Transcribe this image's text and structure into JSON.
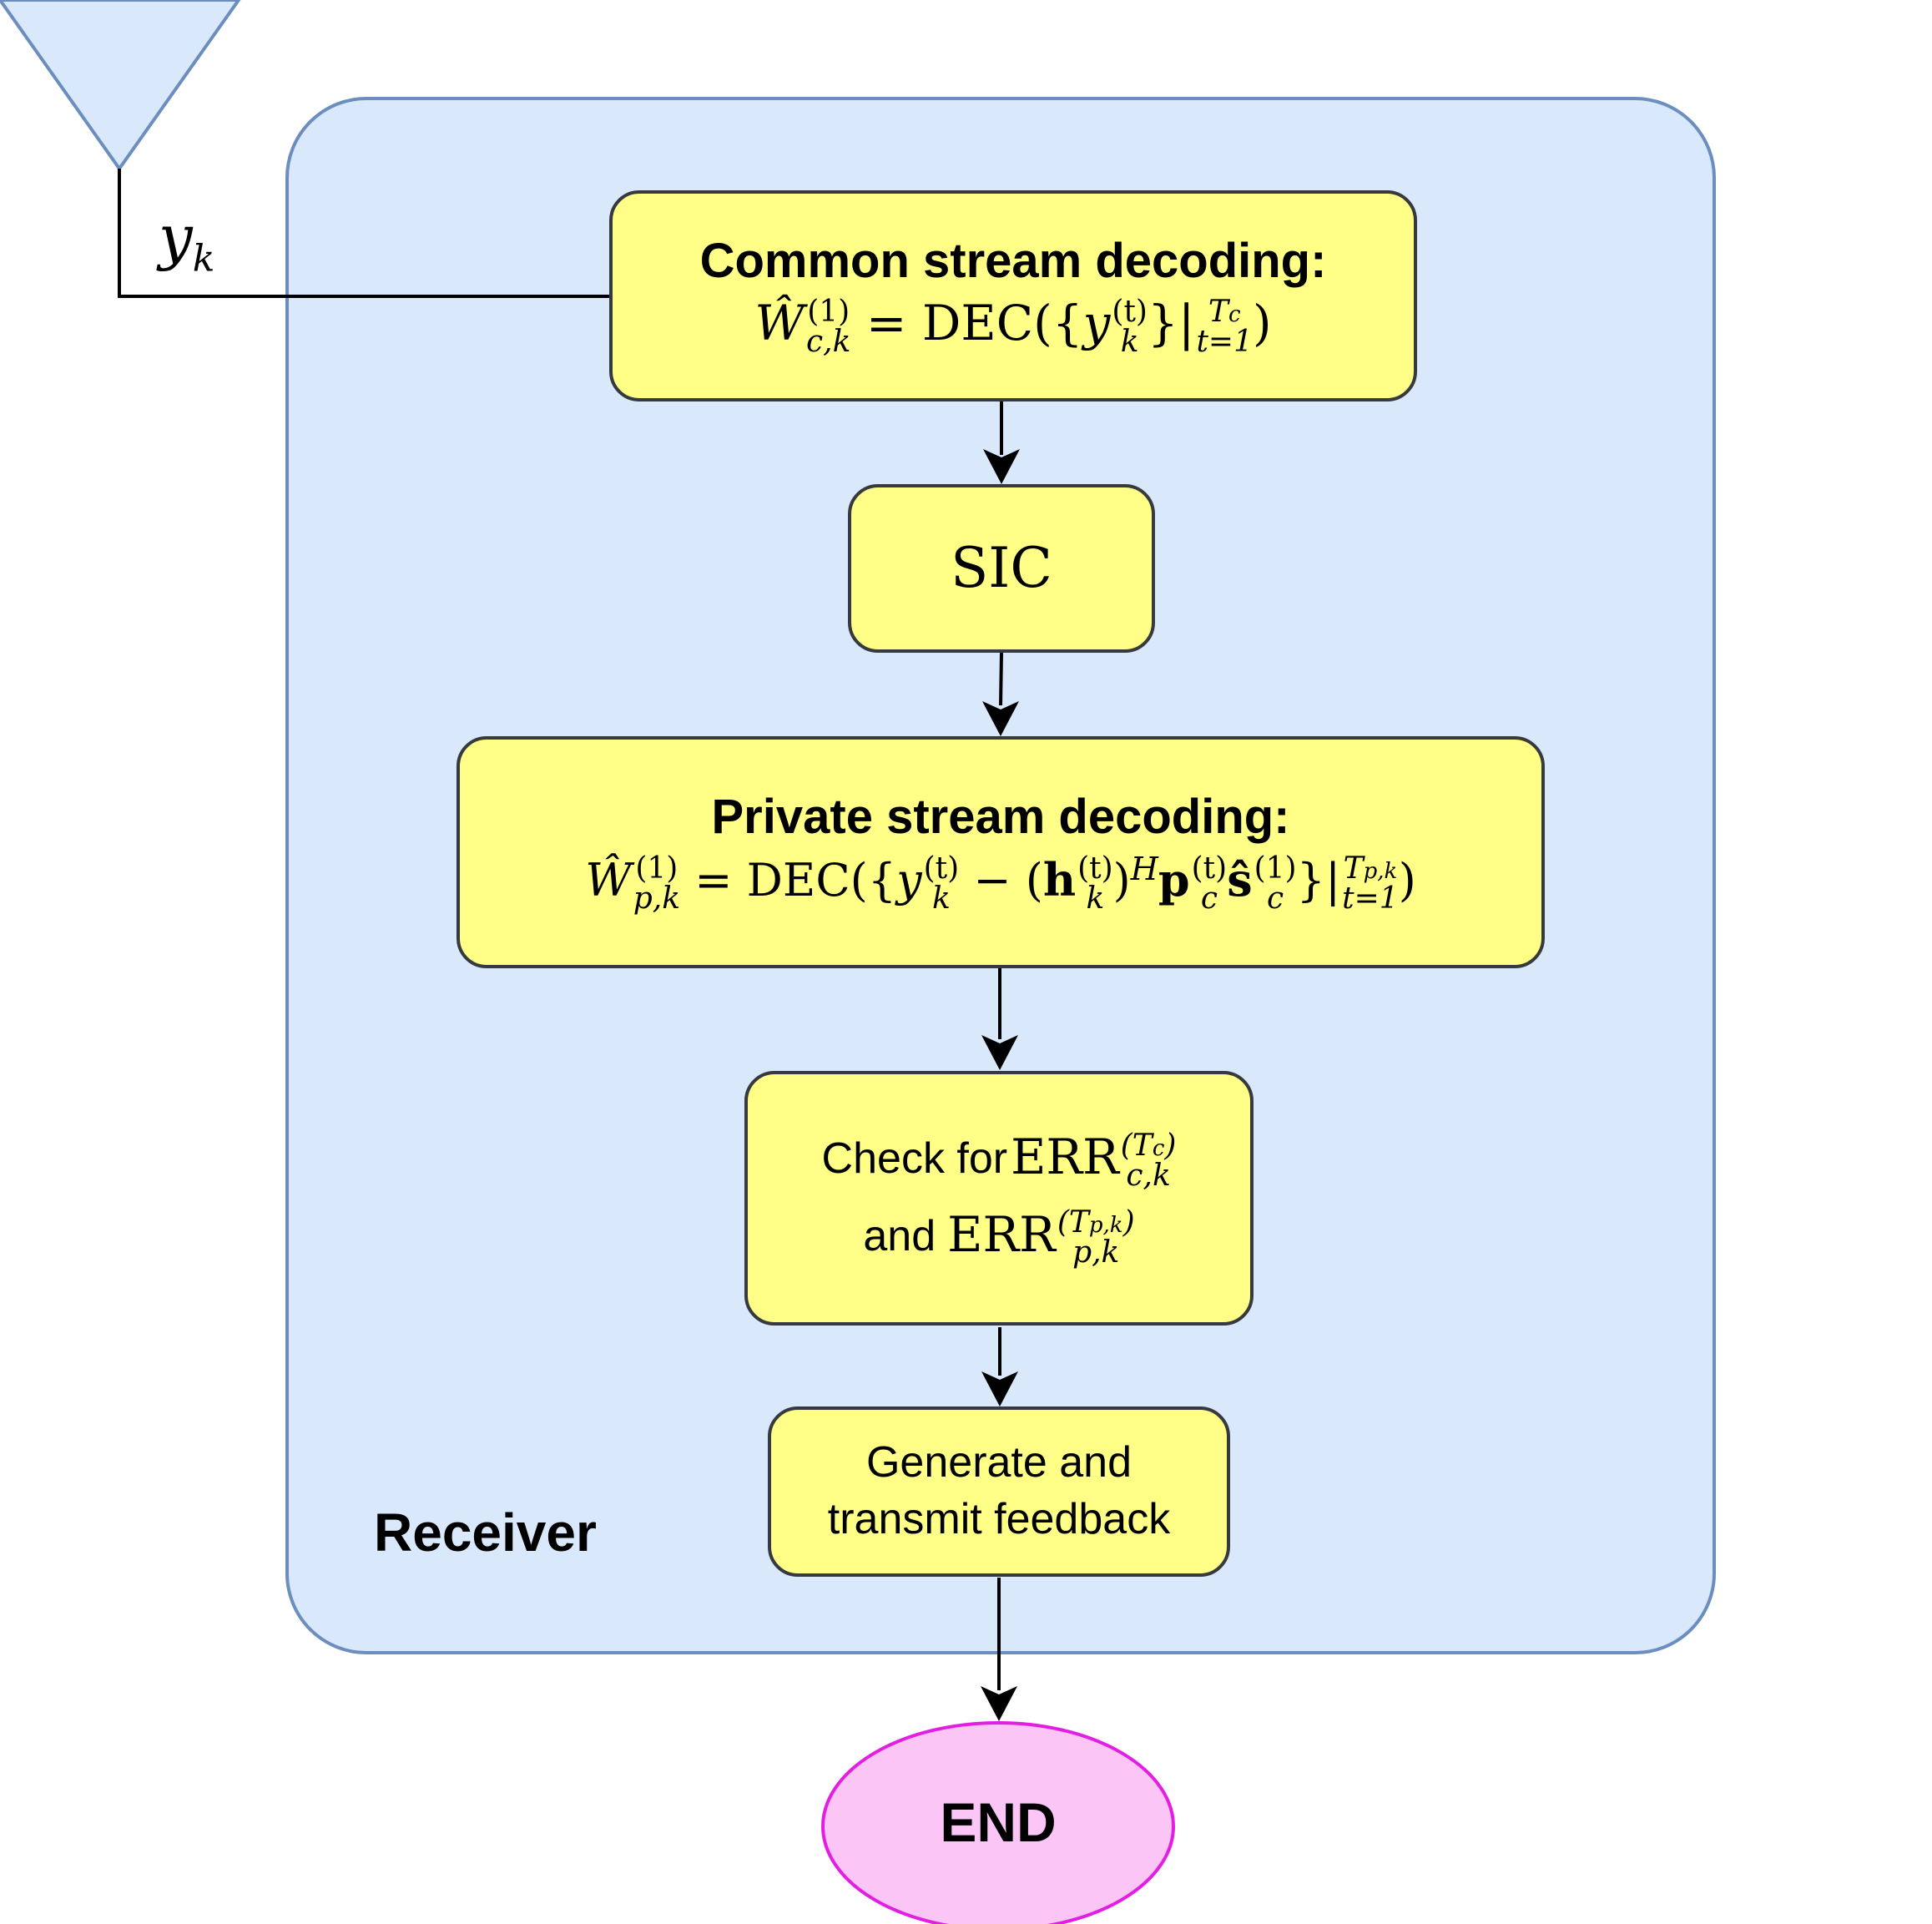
{
  "colors": {
    "receiver_fill": "#dae8fc",
    "receiver_stroke": "#6c8ebf",
    "node_fill": "#ffff88",
    "node_stroke": "#36393d",
    "end_fill": "#fbc5f5",
    "end_stroke": "#e31ee3",
    "antenna_fill": "#dae8fc",
    "antenna_stroke": "#6c8ebf",
    "edge": "#000000"
  },
  "antenna": {
    "signal_label_base": "y",
    "signal_label_sub": "k"
  },
  "receiver": {
    "label": "Receiver"
  },
  "nodes": {
    "common": {
      "title": "Common stream decoding:",
      "lhs_base": "Ŵ",
      "lhs_sup": "(1)",
      "lhs_sub": "c,k",
      "eq": "=",
      "func": "DEC({",
      "y_base": "y",
      "y_sup": "(t)",
      "y_sub": "k",
      "close": "}|",
      "limit_upper": "T",
      "limit_upper_sub": "c",
      "limit_lower": "t=1",
      "end_paren": ")"
    },
    "sic": {
      "label": "SIC"
    },
    "private": {
      "title": "Private stream decoding:",
      "lhs_base": "Ŵ",
      "lhs_sup": "(1)",
      "lhs_sub": "p,k",
      "eq": "=",
      "func": "DEC({",
      "y_base": "y",
      "y_sup": "(t)",
      "y_sub": "k",
      "minus": "−",
      "open_paren": "(",
      "h_base": "h",
      "h_sup": "(t)",
      "h_sub": "k",
      "close_paren": ")",
      "h_herm": "H",
      "p_base": "p",
      "p_sup": "(t)",
      "p_sub": "c",
      "s_base": "ŝ",
      "s_sup": "(1)",
      "s_sub": "c",
      "close": "}|",
      "limit_upper": "T",
      "limit_upper_sub": "p,k",
      "limit_lower": "t=1",
      "end_paren": ")"
    },
    "check": {
      "prefix": "Check for",
      "err1_base": "ERR",
      "err1_sup": "(T",
      "err1_sup_sub": "c",
      "err1_sup_close": ")",
      "err1_sub": "c,k",
      "and": "and",
      "err2_base": "ERR",
      "err2_sup": "(T",
      "err2_sup_sub": "p,k",
      "err2_sup_close": ")",
      "err2_sub": "p,k"
    },
    "feedback": {
      "line1": "Generate and",
      "line2": "transmit feedback"
    },
    "end": {
      "label": "END"
    }
  }
}
